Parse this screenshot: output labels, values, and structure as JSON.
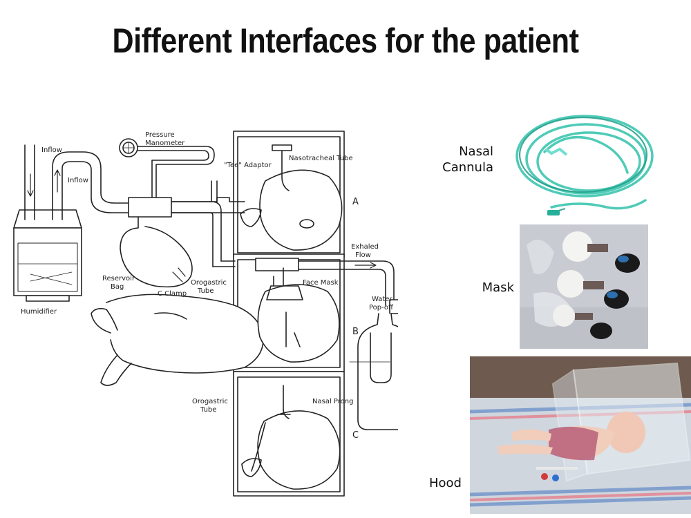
{
  "title": "Different Interfaces for the patient",
  "diagram": {
    "labels": {
      "inflow_top": "Inflow",
      "inflow_mid": "Inflow",
      "pressure": "Pressure",
      "manometer": "Manometer",
      "tee_adaptor": "\"Tee\" Adaptor",
      "nasotracheal_tube": "Nasotracheal Tube",
      "exhaled": "Exhaled",
      "flow": "Flow",
      "reservoir": "Reservoir",
      "bag": "Bag",
      "c_clamp": "C Clamp",
      "orogastric_1": "Orogastric",
      "tube_1": "Tube",
      "face_mask": "Face Mask",
      "water": "Water",
      "popoff": "Pop-off",
      "humidifier": "Humidifier",
      "orogastric_2": "Orogastric",
      "tube_2": "Tube",
      "nasal_prong": "Nasal Prong"
    },
    "panels": [
      "A",
      "B",
      "C"
    ]
  },
  "interfaces": {
    "nasal_cannula": {
      "line1": "Nasal",
      "line2": "Cannula"
    },
    "mask": "Mask",
    "hood": "Hood"
  },
  "colors": {
    "cannula_tube": "#3cc6b0",
    "mask_bg": "#c9cbd3",
    "hood_bg": "#8a7566"
  }
}
